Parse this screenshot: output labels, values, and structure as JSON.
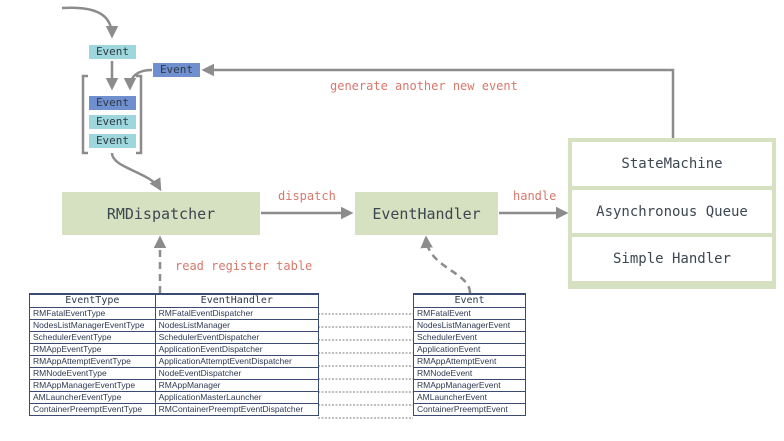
{
  "queue": {
    "incoming_event": "Event",
    "generated_event": "Event",
    "queued": [
      "Event",
      "Event",
      "Event"
    ]
  },
  "nodes": {
    "dispatcher": "RMDispatcher",
    "event_handler": "EventHandler",
    "handlers": [
      "StateMachine",
      "Asynchronous Queue",
      "Simple Handler"
    ]
  },
  "labels": {
    "generate": "generate another new event",
    "dispatch": "dispatch",
    "handle": "handle",
    "read_table": "read register table"
  },
  "register_table": {
    "headers": [
      "EventType",
      "EventHandler"
    ],
    "rows": [
      [
        "RMFatalEventType",
        "RMFatalEventDispatcher"
      ],
      [
        "NodesListManagerEventType",
        "NodesListManager"
      ],
      [
        "SchedulerEventType",
        "SchedulerEventDispatcher"
      ],
      [
        "RMAppEventType",
        "ApplicationEventDispatcher"
      ],
      [
        "RMAppAttemptEventType",
        "ApplicationAttemptEventDispatcher"
      ],
      [
        "RMNodeEventType",
        "NodeEventDispatcher"
      ],
      [
        "RMAppManagerEventType",
        "RMAppManager"
      ],
      [
        "AMLauncherEventType",
        "ApplicationMasterLauncher"
      ],
      [
        "ContainerPreemptEventType",
        "RMContainerPreemptEventDispatcher"
      ]
    ]
  },
  "event_table": {
    "header": "Event",
    "rows": [
      "RMFatalEvent",
      "NodesListManagerEvent",
      "SchedulerEvent",
      "ApplicationEvent",
      "RMAppAttemptEvent",
      "RMNodeEvent",
      "RMAppManagerEvent",
      "AMLauncherEvent",
      "ContainerPreemptEvent"
    ]
  },
  "colors": {
    "box_fill": "#d5e1c0",
    "handler_border": "#d5e1c0",
    "event_cyan": "#9dd6dc",
    "event_blue": "#6f8fcf",
    "label": "#d7786c",
    "arrow": "#8c8c8c"
  }
}
